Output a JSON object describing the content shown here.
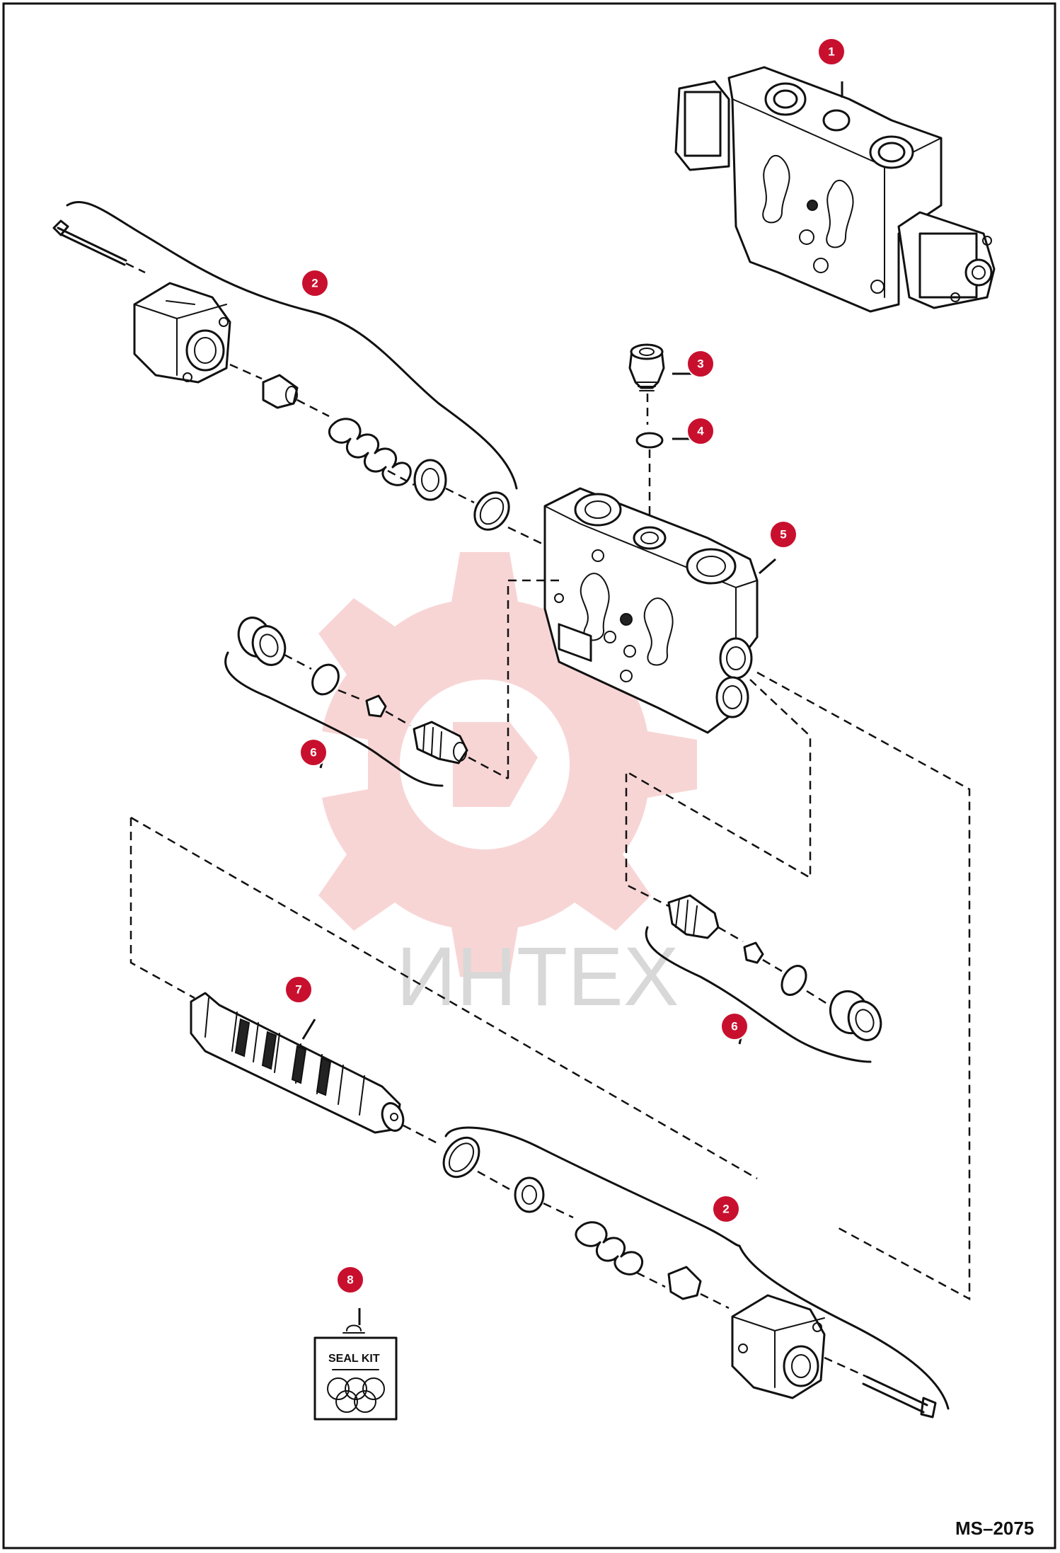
{
  "figure_id": "MS–2075",
  "watermark": {
    "text": "ИНТЕХ"
  },
  "seal_kit_label": "SEAL KIT",
  "callouts": [
    {
      "id": "c1",
      "label": "1"
    },
    {
      "id": "c2a",
      "label": "2"
    },
    {
      "id": "c3",
      "label": "3"
    },
    {
      "id": "c4",
      "label": "4"
    },
    {
      "id": "c5",
      "label": "5"
    },
    {
      "id": "c6a",
      "label": "6"
    },
    {
      "id": "c6b",
      "label": "6"
    },
    {
      "id": "c7",
      "label": "7"
    },
    {
      "id": "c2b",
      "label": "2"
    },
    {
      "id": "c8",
      "label": "8"
    }
  ],
  "colors": {
    "callout": "#c8102e",
    "watermark": "#f3b3b3",
    "ink": "#111111"
  }
}
